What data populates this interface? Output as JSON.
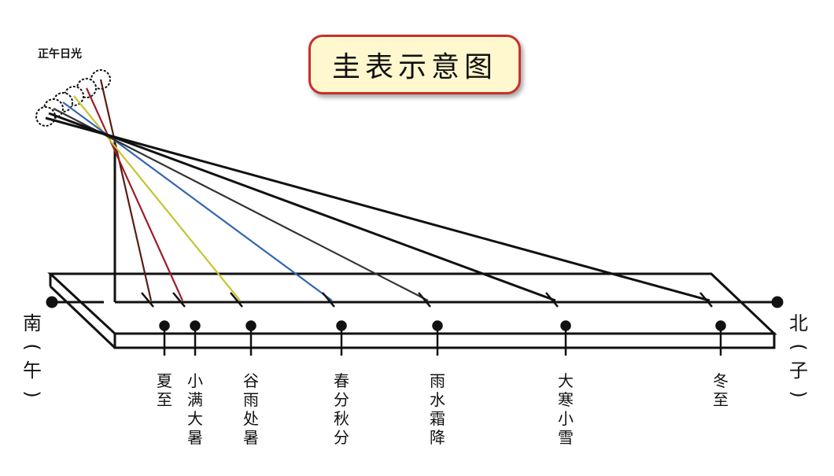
{
  "title": "圭表示意图",
  "sun_label": "正午日光",
  "south": {
    "dir": "南",
    "paren_open": "(",
    "branch": "午",
    "paren_close": ")"
  },
  "north": {
    "dir": "北",
    "paren_open": "(",
    "branch": "子",
    "paren_close": ")"
  },
  "solar_terms": [
    "夏至",
    "小满大暑",
    "谷雨处暑",
    "春分秋分",
    "雨水霜降",
    "大寒小雪",
    "冬至"
  ],
  "colors": {
    "frame_box": "#c8302c",
    "frame_fill": "#fff8cf",
    "ray_summer": "#5a1c14",
    "ray_xiaoman": "#9b1c2a",
    "ray_guyu": "#c7c332",
    "ray_chunfen": "#3566b0",
    "ray_winter": "#111111"
  }
}
